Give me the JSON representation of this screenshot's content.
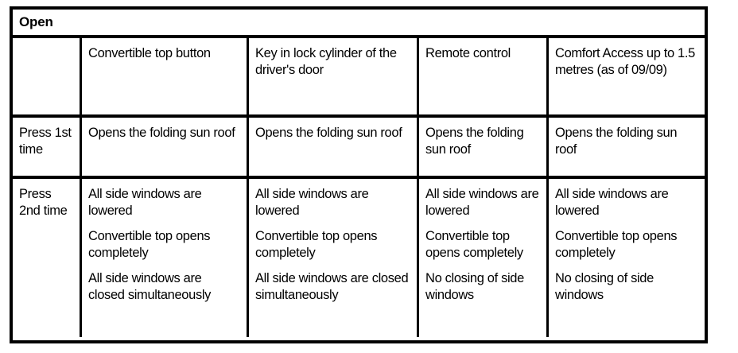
{
  "table": {
    "title": "Open",
    "columns": [
      "",
      "Convertible top button",
      "Key in lock cylinder of the driver's door",
      "Remote control",
      "Comfort Access up to 1.5 metres (as of 09/09)"
    ],
    "rows": [
      {
        "label": "Press 1st time",
        "cells": [
          {
            "paragraphs": [
              "Opens the folding sun roof"
            ]
          },
          {
            "paragraphs": [
              "Opens the folding sun roof"
            ]
          },
          {
            "paragraphs": [
              "Opens the folding sun roof"
            ]
          },
          {
            "paragraphs": [
              "Opens the folding sun roof"
            ]
          }
        ]
      },
      {
        "label": "Press 2nd time",
        "cells": [
          {
            "paragraphs": [
              "All side windows are lowered",
              "Convertible top opens completely",
              "All side windows are closed simultaneously"
            ]
          },
          {
            "paragraphs": [
              "All side windows are lowered",
              "Convertible top opens completely",
              "All side windows are closed simultaneously"
            ]
          },
          {
            "paragraphs": [
              "All side windows are lowered",
              "Convertible top opens completely",
              "No closing of side windows"
            ]
          },
          {
            "paragraphs": [
              "All side windows are lowered",
              "Convertible top opens completely",
              "No closing of side windows"
            ]
          }
        ]
      }
    ],
    "colors": {
      "border": "#000000",
      "text": "#000000",
      "background": "#ffffff"
    }
  }
}
